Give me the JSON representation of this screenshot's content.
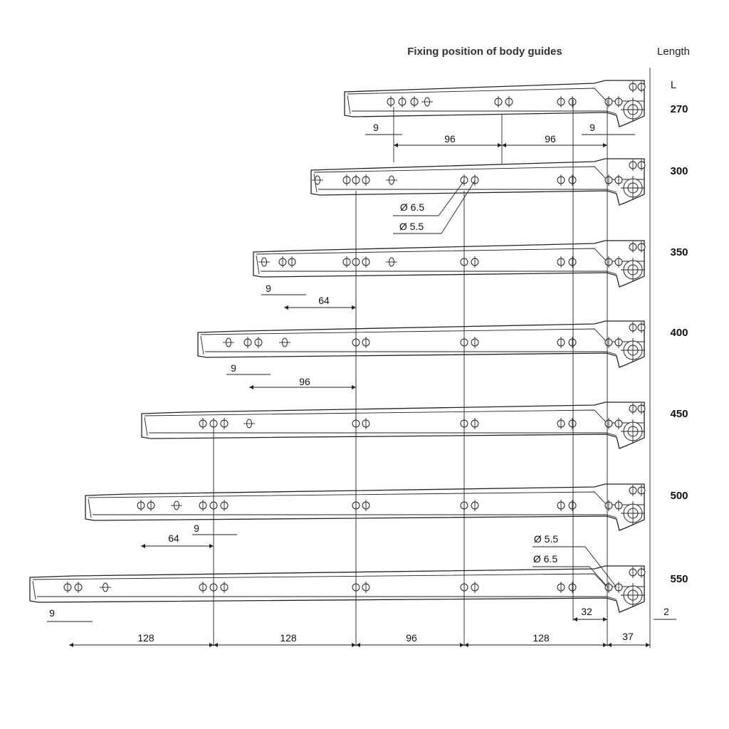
{
  "header": {
    "title": "Fixing position of body guides",
    "length_header": "Length",
    "length_symbol": "L"
  },
  "lengths": [
    "270",
    "300",
    "350",
    "400",
    "450",
    "500",
    "550"
  ],
  "dimensions": {
    "r270_left_offset": "9",
    "r270_span_a": "96",
    "r270_span_b": "96",
    "r270_right_offset": "9",
    "r350_offset": "9",
    "r350_span": "64",
    "r400_offset": "9",
    "r400_span": "96",
    "r500_span": "64",
    "r500_offset": "9",
    "base_offset": "9",
    "base_span_1": "128",
    "base_span_2": "128",
    "base_span_3": "96",
    "base_span_4": "128",
    "base_span_5": "37",
    "gap_32": "32",
    "gap_2": "2"
  },
  "diameters": {
    "top_d1": "Ø 6.5",
    "top_d2": "Ø 5.5",
    "bottom_d1": "Ø 5.5",
    "bottom_d2": "Ø 6.5"
  }
}
